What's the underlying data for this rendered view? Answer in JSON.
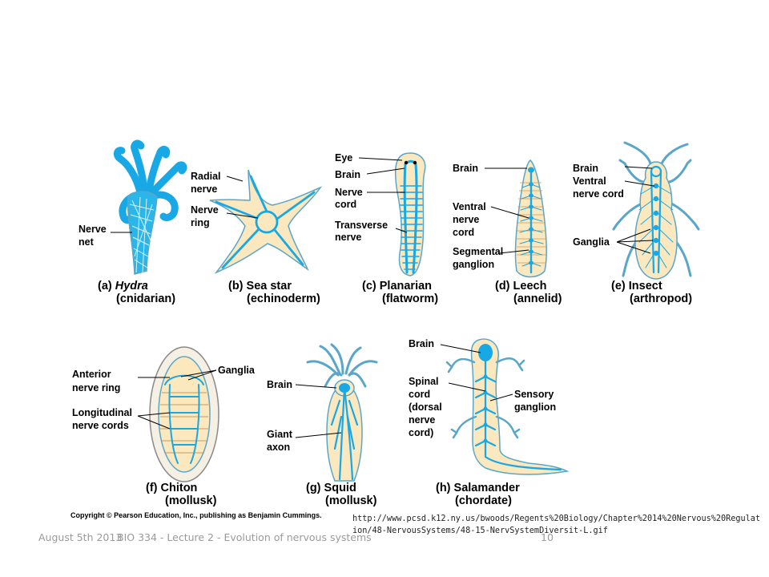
{
  "figure": {
    "panels": {
      "a": {
        "caption_prefix": "(a) ",
        "caption_name": "Hydra",
        "caption_group": "(cnidarian)",
        "labels": [
          "Nerve",
          "net"
        ]
      },
      "b": {
        "caption_line1": "(b) Sea star",
        "caption_group": "(echinoderm)",
        "labels": [
          "Radial",
          "nerve",
          "Nerve",
          "ring"
        ]
      },
      "c": {
        "caption_line1": "(c) Planarian",
        "caption_group": "(flatworm)",
        "labels": [
          "Eye",
          "Brain",
          "Nerve",
          "cord",
          "Transverse",
          "nerve"
        ]
      },
      "d": {
        "caption_line1": "(d) Leech",
        "caption_group": "(annelid)",
        "labels": [
          "Brain",
          "Ventral",
          "nerve",
          "cord",
          "Segmental",
          "ganglion"
        ]
      },
      "e": {
        "caption_line1": "(e) Insect",
        "caption_group": "(arthropod)",
        "labels": [
          "Brain",
          "Ventral",
          "nerve cord",
          "Ganglia"
        ]
      },
      "f": {
        "caption_line1": "(f)  Chiton",
        "caption_group": "(mollusk)",
        "labels": [
          "Ganglia",
          "Anterior",
          "nerve ring",
          "Longitudinal",
          "nerve cords"
        ]
      },
      "g": {
        "caption_line1": "(g) Squid",
        "caption_group": "(mollusk)",
        "labels": [
          "Brain",
          "Giant",
          "axon"
        ]
      },
      "h": {
        "caption_line1": "(h) Salamander",
        "caption_group": "(chordate)",
        "labels": [
          "Brain",
          "Spinal",
          "cord",
          "(dorsal",
          "nerve",
          "cord)",
          "Sensory",
          "ganglion"
        ]
      }
    },
    "copyright": "Copyright © Pearson Education, Inc., publishing as Benjamin Cummings."
  },
  "source_url": "http://www.pcsd.k12.ny.us/bwoods/Regents%20Biology/Chapter%2014%20Nervous%20Regulation/48-NervousSystems/48-15-NervSystemDiversit-L.gif",
  "footer": {
    "date": "August 5th 2013",
    "course": "BIO 334 - Lecture 2 - Evolution of nervous systems",
    "page": "10"
  },
  "colors": {
    "body": "#fbe8bf",
    "nerve": "#19a8e6",
    "outline": "#5aa6c9"
  }
}
